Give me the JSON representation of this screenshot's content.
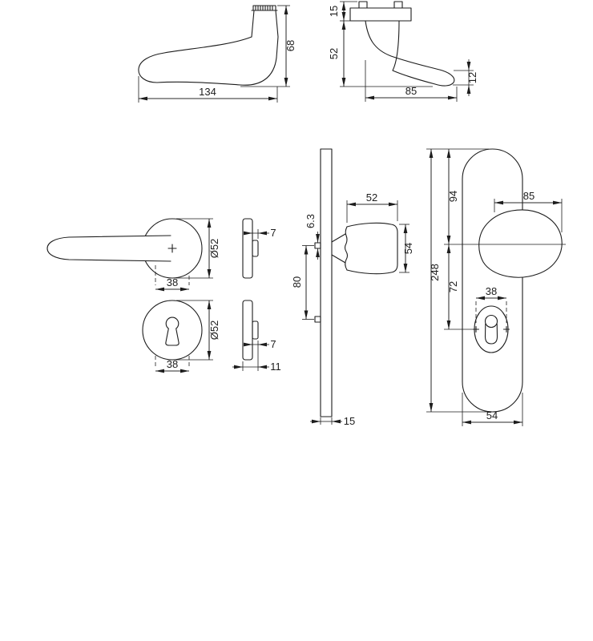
{
  "drawing": {
    "line_color": "#1d1d1d",
    "views": {
      "handle_side": {
        "length": "134",
        "height": "68"
      },
      "handle_front": {
        "plate_height": "15",
        "height": "52",
        "end_width": "12",
        "length": "85"
      },
      "lever_rose": {
        "diameter": "Ø52",
        "screw_spacing": "38"
      },
      "rose_side_upper": {
        "hub_depth": "7"
      },
      "key_rose": {
        "diameter": "Ø52",
        "screw_spacing": "38"
      },
      "rose_side_lower": {
        "hub_depth": "7",
        "total_depth": "11"
      },
      "plate_side": {
        "pin_diameter": "6.3",
        "pin_spacing": "80",
        "thickness": "15",
        "knob_length": "52",
        "knob_diameter": "54"
      },
      "plate_front": {
        "top_to_handle": "94",
        "handle_to_cylinder": "72",
        "total_height": "248",
        "knob_projection": "85",
        "cylinder_screw_spacing": "38",
        "width": "54"
      }
    }
  }
}
